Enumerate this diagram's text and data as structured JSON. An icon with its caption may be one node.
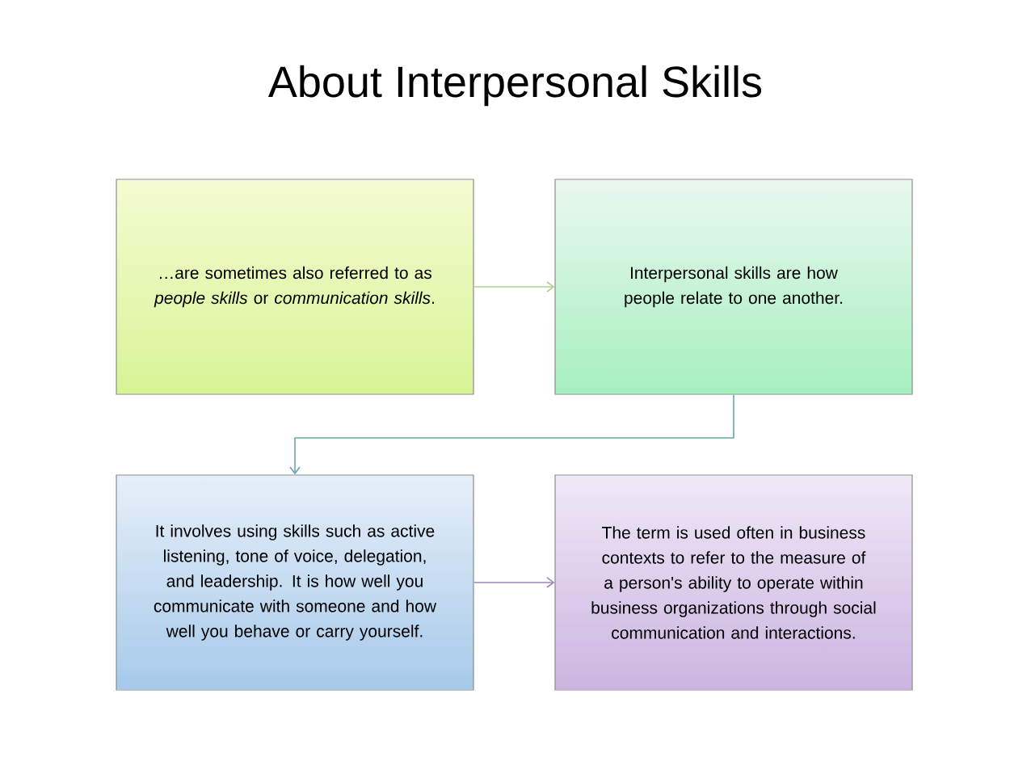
{
  "diagram": {
    "title": "About Interpersonal Skills",
    "nodes": [
      {
        "text": [
          "…are sometimes also referred to as *people skills* or *communication skills*."
        ]
      },
      {
        "text": [
          "Interpersonal skills are how people relate to one another."
        ]
      },
      {
        "text": [
          "It  involves using skills such as active listening, tone of voice, delegation, and leadership. It is how well you communicate with someone and how well you behave or carry yourself."
        ]
      },
      {
        "text": [
          "The term is used often in business contexts to refer to the measure of a person's ability to operate within business organizations through social communication and interactions."
        ]
      }
    ],
    "edges": [
      {
        "from": 0,
        "to": 1,
        "arrow": "to",
        "color": "#b5d28c"
      },
      {
        "from": 1,
        "to": 2,
        "arrow": "to",
        "color": "#6aa8a8"
      },
      {
        "from": 2,
        "to": 3,
        "arrow": "to",
        "color": "#9c88b8"
      }
    ]
  }
}
